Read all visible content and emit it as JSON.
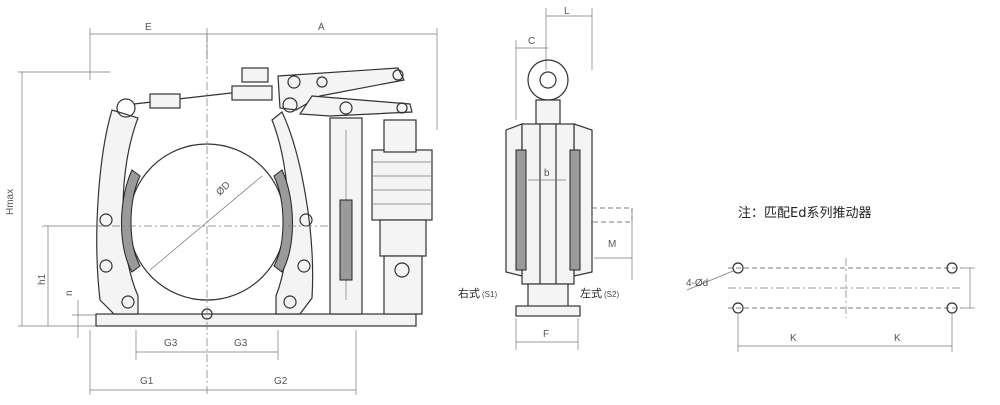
{
  "dimensions": {
    "E": "E",
    "A": "A",
    "Hmax": "Hmax",
    "h1": "h1",
    "n": "n",
    "G3_left": "G3",
    "G3_right": "G3",
    "G1": "G1",
    "G2": "G2",
    "D": "ØD",
    "L": "L",
    "C": "C",
    "b": "b",
    "M": "M",
    "F": "F",
    "hole": "4-Ød",
    "K_left": "K",
    "K_right": "K"
  },
  "labels": {
    "right_type": "右式",
    "right_code": "(S1)",
    "left_type": "左式",
    "left_code": "(S2)"
  },
  "note": "注：匹配Ed系列推动器"
}
